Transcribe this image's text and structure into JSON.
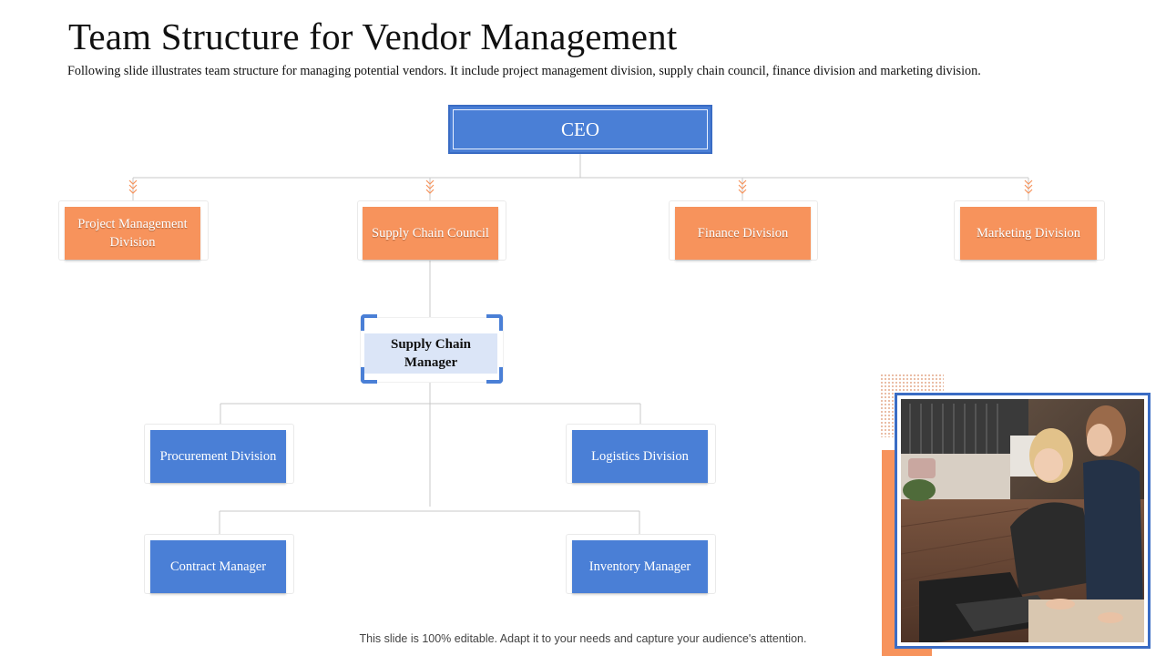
{
  "slide": {
    "title": "Team Structure for Vendor Management",
    "subtitle": "Following slide illustrates team structure for managing potential vendors. It include project management division, supply chain council, finance division and marketing division.",
    "footer": "This slide is 100% editable. Adapt it to your needs and capture your audience's attention."
  },
  "org": {
    "ceo": "CEO",
    "divisions": [
      "Project Management Division",
      "Supply Chain Council",
      "Finance Division",
      "Marketing Division"
    ],
    "supply_chain_manager": "Supply Chain Manager",
    "sub_divisions": [
      "Procurement Division",
      "Logistics Division"
    ],
    "managers": [
      "Contract Manager",
      "Inventory Manager"
    ]
  },
  "colors": {
    "accent_blue": "#4a7fd6",
    "accent_orange": "#f7935c",
    "light_blue": "#dbe5f7"
  },
  "photo": {
    "description_icon": "office-photo"
  }
}
